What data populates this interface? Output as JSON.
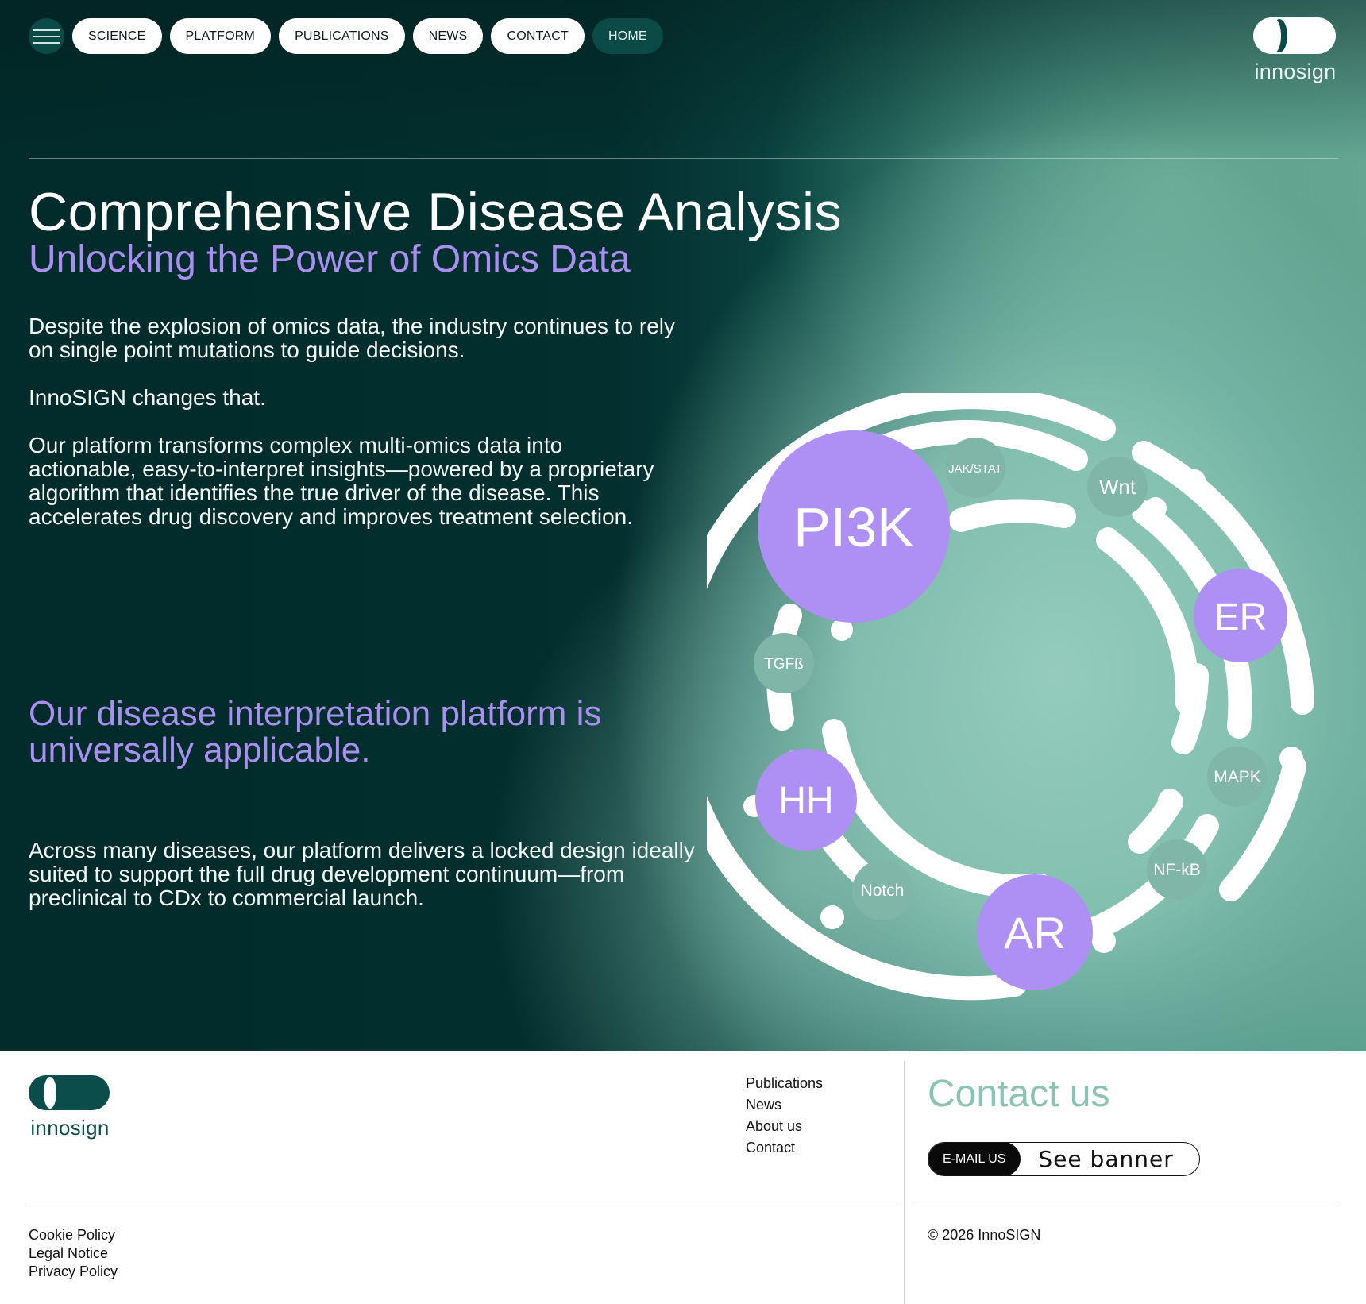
{
  "nav": {
    "menu_icon": "hamburger-icon",
    "items": [
      "SCIENCE",
      "PLATFORM",
      "PUBLICATIONS",
      "NEWS",
      "CONTACT",
      "HOME"
    ],
    "active": "HOME"
  },
  "brand": {
    "name": "innosign"
  },
  "hero": {
    "title": "Comprehensive Disease Analysis",
    "subtitle": "Unlocking the Power of Omics Data",
    "paragraph1": "Despite the explosion of omics data, the industry continues to rely on single point mutations to guide decisions.",
    "paragraph2": "InnoSIGN changes that.",
    "paragraph3": "Our platform transforms complex multi-omics data into actionable, easy-to-interpret insights—powered by a proprietary algorithm that identifies the true driver of the disease. This accelerates drug discovery and improves treatment selection.",
    "heading2": "Our disease interpretation platform is universally applicable.",
    "paragraph4": "Across many diseases, our platform delivers a locked design ideally suited to support the full drug development continuum—from preclinical to CDx to commercial launch."
  },
  "pathways": {
    "major": [
      "PI3K",
      "ER",
      "HH",
      "AR"
    ],
    "minor": [
      "JAK/STAT",
      "Wnt",
      "TGFß",
      "MAPK",
      "NF-kB",
      "Notch"
    ]
  },
  "footer": {
    "links": [
      "Publications",
      "News",
      "About us",
      "Contact"
    ],
    "contact_title": "Contact us",
    "email_button": "E-MAIL US",
    "email_text": "See banner",
    "legal": [
      "Cookie Policy",
      "Legal Notice",
      "Privacy Policy"
    ],
    "copyright": "© 2026 InnoSIGN"
  },
  "colors": {
    "accent_purple": "#a98ff0",
    "circle_purple": "#ae8ff4",
    "circle_teal": "#7fb6a8",
    "dark_teal": "#032f2f",
    "contact_teal": "#8ac3b4"
  }
}
